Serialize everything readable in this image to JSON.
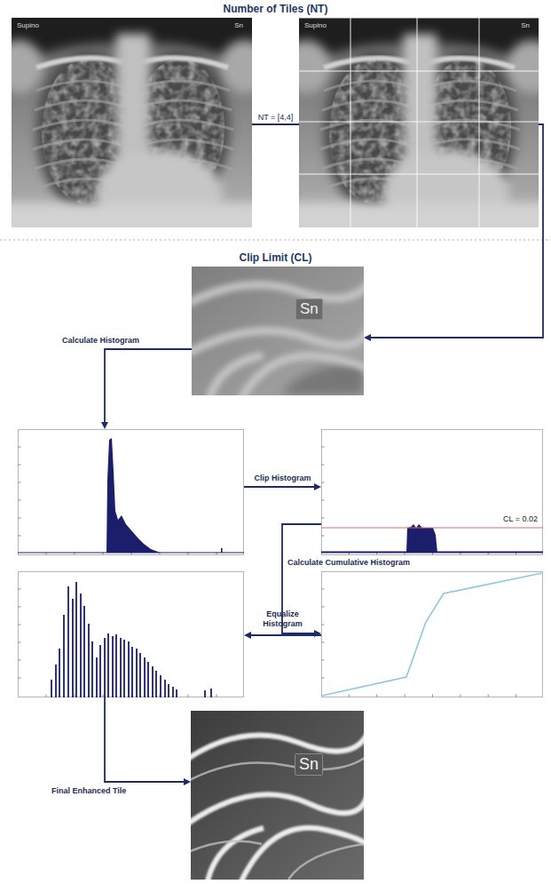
{
  "diagram": {
    "title": "Number of Tiles (NT)",
    "nodes": [
      {
        "text": [
          "Supino",
          "Sn"
        ]
      },
      {
        "text": [
          "Supino",
          "Sn"
        ]
      },
      {
        "text": [
          "Sn"
        ]
      },
      {
        "text": []
      },
      {
        "text": [
          "CL = 0.02"
        ]
      },
      {
        "text": []
      },
      {
        "text": []
      },
      {
        "text": [
          "Sn"
        ]
      }
    ],
    "edges": [
      {
        "from": 0,
        "to": 1,
        "label": "NT = [4,4]",
        "arrow": "none"
      },
      {
        "from": 1,
        "to": 2,
        "arrow": "to"
      },
      {
        "from": 2,
        "to": 3,
        "label": "Calculate Histogram",
        "arrow": "to"
      },
      {
        "from": 3,
        "to": 4,
        "label": "Clip Histogram",
        "arrow": "to"
      },
      {
        "from": 4,
        "to": 5,
        "label": "Calculate Cumulative Histogram",
        "arrow": "to"
      },
      {
        "from": 5,
        "to": 6,
        "label": "Equalize Histogram",
        "arrow": "to"
      },
      {
        "from": 6,
        "to": 7,
        "label": "Final Enhanced Tile",
        "arrow": "to"
      }
    ],
    "labels": [
      "Clip Limit (CL)"
    ]
  }
}
